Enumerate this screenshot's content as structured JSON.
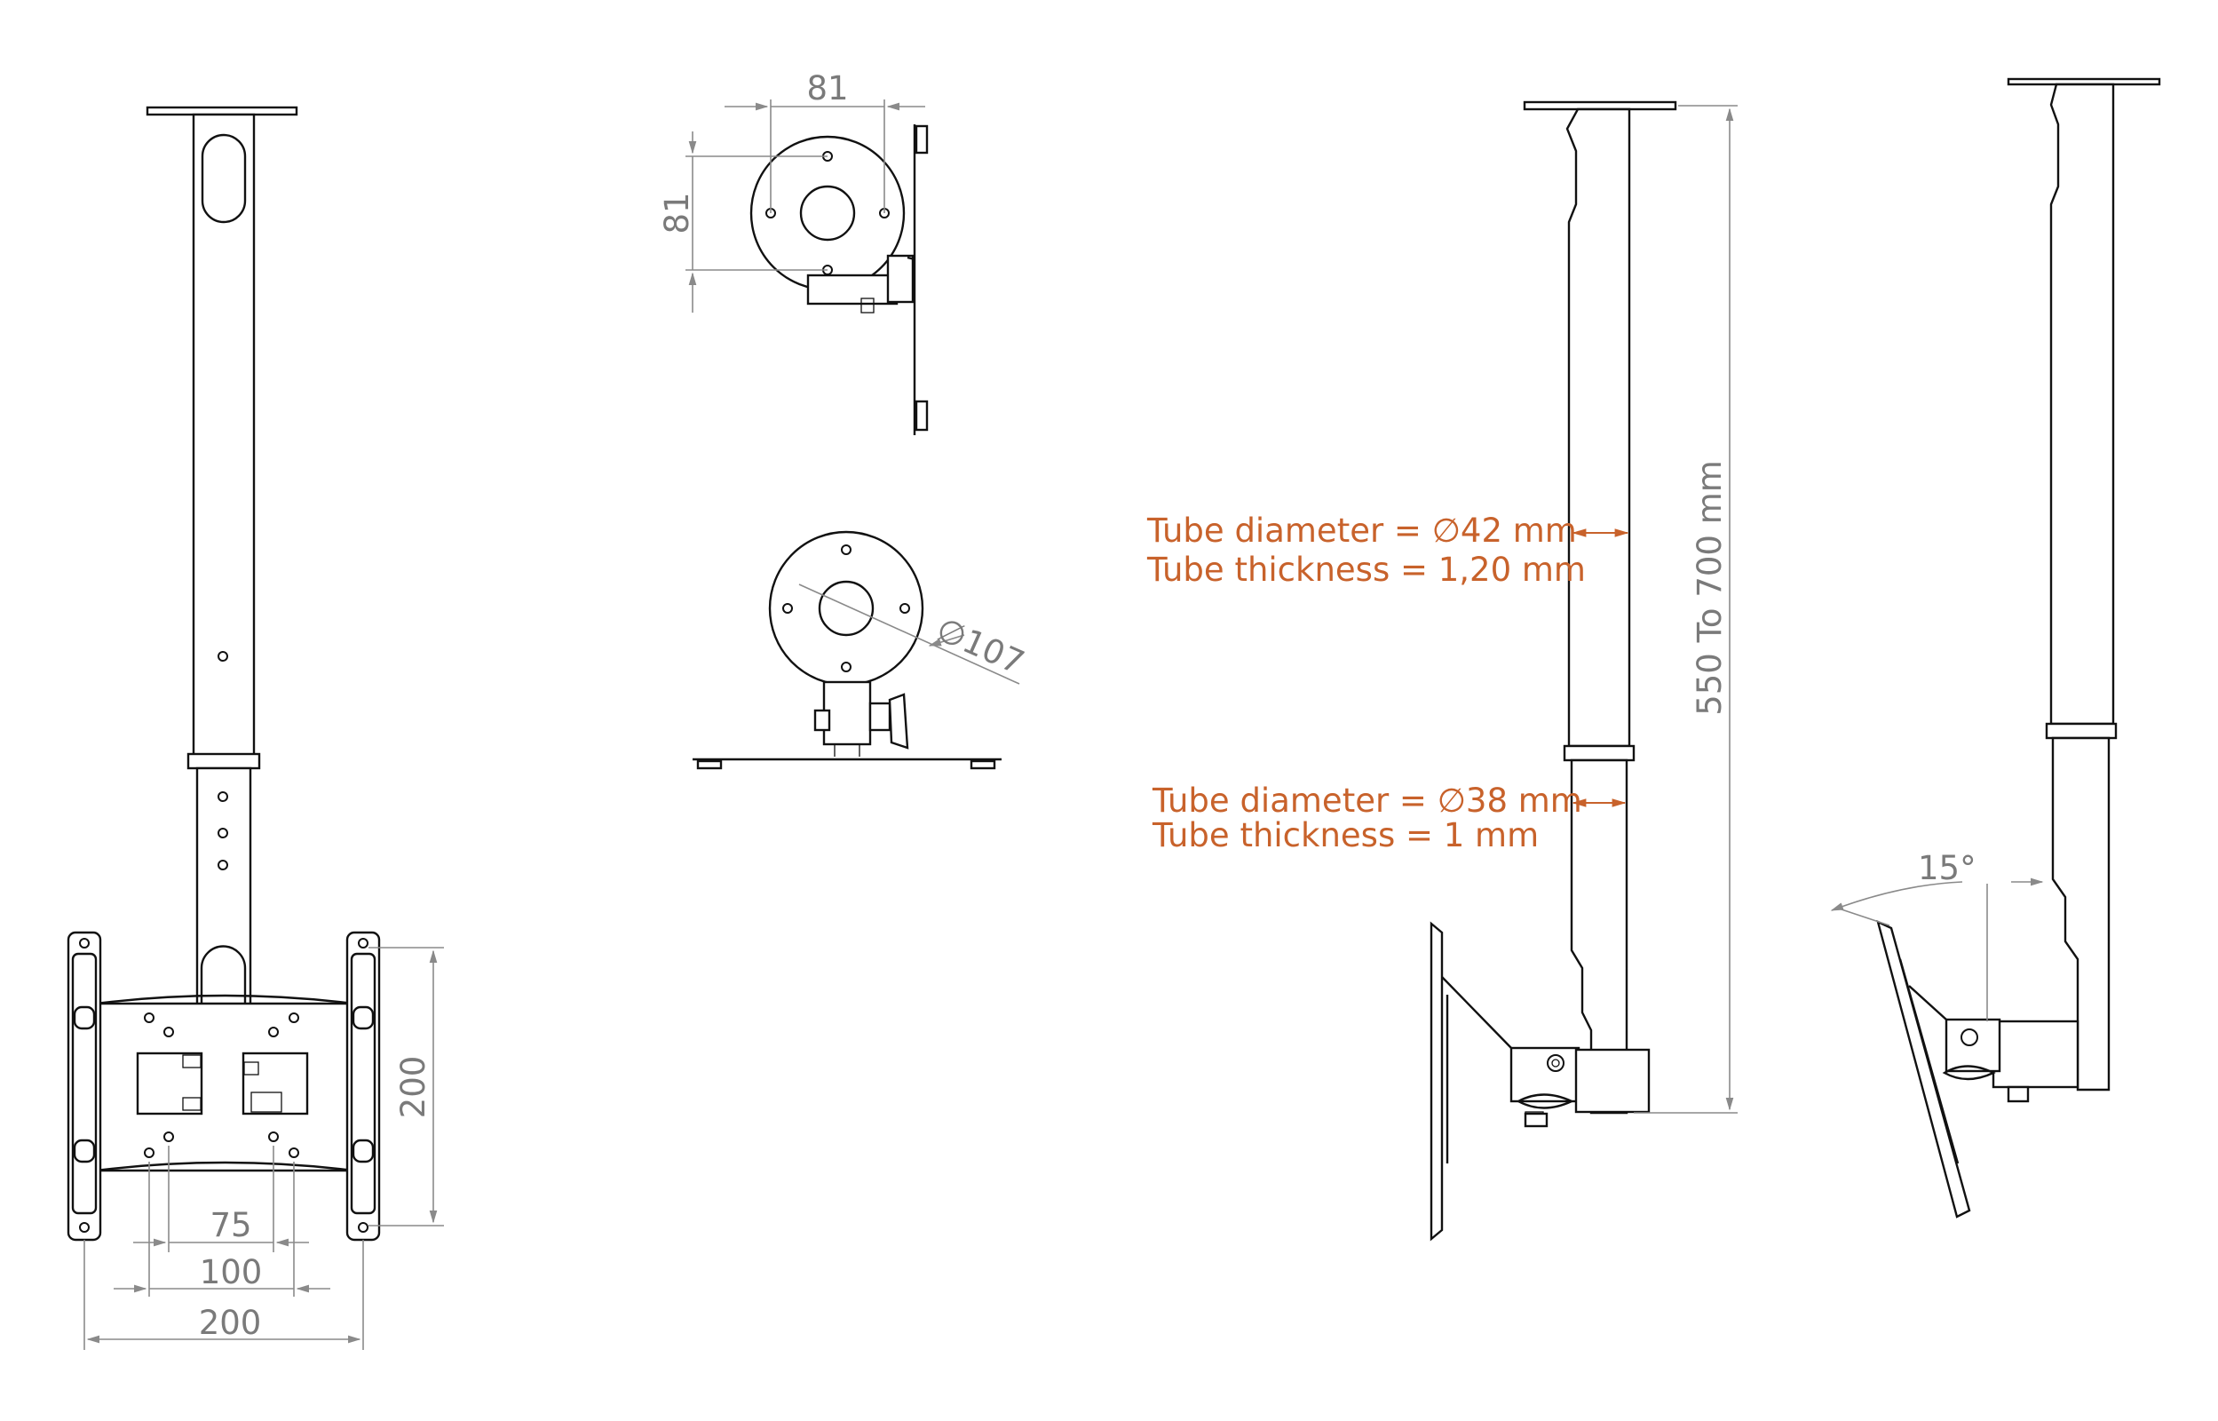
{
  "colors": {
    "line": "#111111",
    "dimension": "#8a8a8a",
    "annotation": "#c8622b"
  },
  "dimensions": {
    "top_width": "81",
    "top_height": "81",
    "plate_diameter": "∅107",
    "vesa_75": "75",
    "vesa_100": "100",
    "vesa_200_width": "200",
    "vesa_200_height": "200",
    "length_range": "550 To 700 mm",
    "tilt_angle": "15°"
  },
  "annotations": {
    "upper_tube_diameter": "Tube diameter = ∅42 mm",
    "upper_tube_thickness": "Tube thickness  =  1,20 mm",
    "lower_tube_diameter": "Tube diameter = ∅38 mm",
    "lower_tube_thickness": "Tube thickness  =  1 mm"
  }
}
